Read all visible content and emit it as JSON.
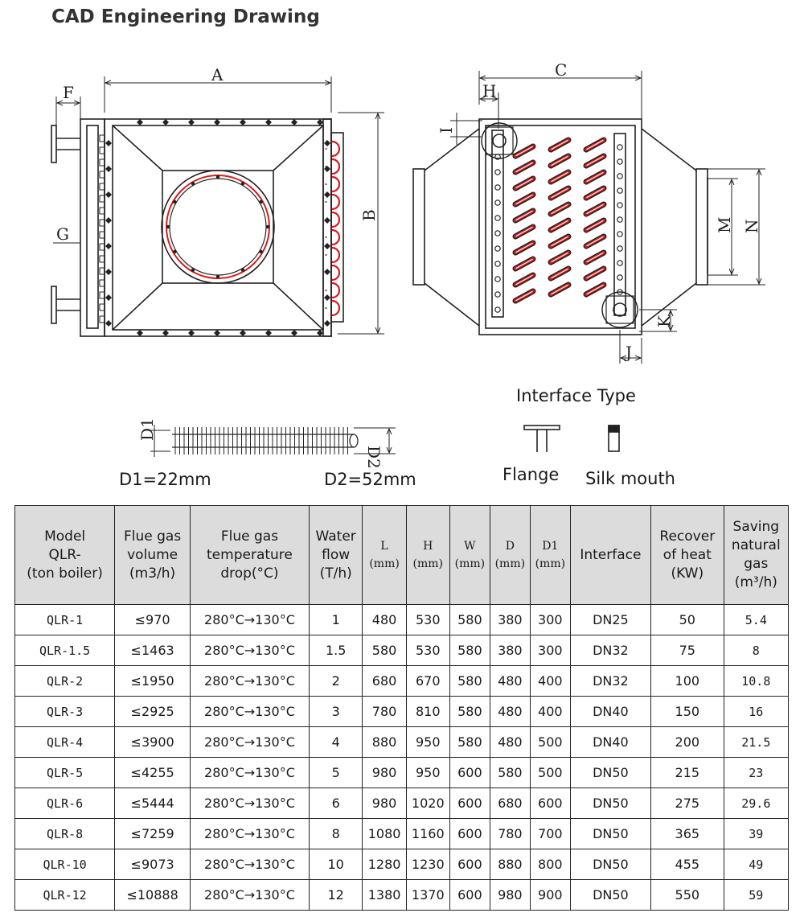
{
  "title": "CAD Engineering Drawing",
  "drawing_labels": {
    "A": "A",
    "B": "B",
    "C": "C",
    "F": "F",
    "G": "G",
    "H": "H",
    "I": "I",
    "J": "J",
    "K": "K",
    "M": "M",
    "N": "N",
    "D1": "D1",
    "D2": "D2"
  },
  "fin_tube": {
    "d1_text": "D1=22mm",
    "d2_text": "D2=52mm"
  },
  "interface": {
    "heading": "Interface Type",
    "flange": "Flange",
    "silk": "Silk mouth"
  },
  "table": {
    "headers": [
      [
        "Model",
        "QLR-",
        "(ton boiler)"
      ],
      [
        "Flue gas",
        "volume",
        "(m3/h)"
      ],
      [
        "Flue gas",
        "temperature",
        "drop(°C)"
      ],
      [
        "Water",
        "flow",
        "(T/h)"
      ],
      [
        "L",
        "(mm)"
      ],
      [
        "H",
        "(mm)"
      ],
      [
        "W",
        "(mm)"
      ],
      [
        "D",
        "(mm)"
      ],
      [
        "D1",
        "(mm)"
      ],
      [
        "Interface"
      ],
      [
        "Recover",
        "of heat",
        "(KW)"
      ],
      [
        "Saving",
        "natural",
        "gas",
        "(m³/h)"
      ]
    ],
    "rows": [
      [
        "QLR-1",
        "≤970",
        "280°C→130°C",
        "1",
        "480",
        "530",
        "580",
        "380",
        "300",
        "DN25",
        "50",
        "5.4"
      ],
      [
        "QLR-1.5",
        "≤1463",
        "280°C→130°C",
        "1.5",
        "580",
        "530",
        "580",
        "380",
        "300",
        "DN32",
        "75",
        "8"
      ],
      [
        "QLR-2",
        "≤1950",
        "280°C→130°C",
        "2",
        "680",
        "670",
        "580",
        "480",
        "400",
        "DN32",
        "100",
        "10.8"
      ],
      [
        "QLR-3",
        "≤2925",
        "280°C→130°C",
        "3",
        "780",
        "810",
        "580",
        "480",
        "400",
        "DN40",
        "150",
        "16"
      ],
      [
        "QLR-4",
        "≤3900",
        "280°C→130°C",
        "4",
        "880",
        "950",
        "580",
        "480",
        "500",
        "DN40",
        "200",
        "21.5"
      ],
      [
        "QLR-5",
        "≤4255",
        "280°C→130°C",
        "5",
        "980",
        "950",
        "600",
        "580",
        "500",
        "DN50",
        "215",
        "23"
      ],
      [
        "QLR-6",
        "≤5444",
        "280°C→130°C",
        "6",
        "980",
        "1020",
        "600",
        "680",
        "600",
        "DN50",
        "275",
        "29.6"
      ],
      [
        "QLR-8",
        "≤7259",
        "280°C→130°C",
        "8",
        "1080",
        "1160",
        "600",
        "780",
        "700",
        "DN50",
        "365",
        "39"
      ],
      [
        "QLR-10",
        "≤9073",
        "280°C→130°C",
        "10",
        "1280",
        "1230",
        "600",
        "880",
        "800",
        "DN50",
        "455",
        "49"
      ],
      [
        "QLR-12",
        "≤10888",
        "280°C→130°C",
        "12",
        "1380",
        "1370",
        "600",
        "980",
        "900",
        "DN50",
        "550",
        "59"
      ]
    ]
  }
}
